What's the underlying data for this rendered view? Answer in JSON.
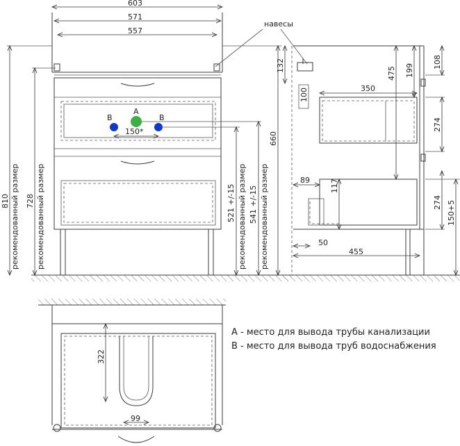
{
  "front_view": {
    "dim_width_total": "603",
    "dim_width_inner": "571",
    "dim_width_drawer": "557",
    "dim_height_total": "810",
    "dim_height_728": "728",
    "dim_height_660": "660",
    "dim_height_521": "521 +/-15",
    "dim_height_541": "541 +/-15",
    "dim_pipe_spacing": "150*",
    "rec_size_label": "рекомендованный размер",
    "pipe_a_label": "A",
    "pipe_b_label": "B",
    "hinges_label": "навесы"
  },
  "side_view": {
    "dim_132": "132",
    "dim_100": "100",
    "dim_475": "475",
    "dim_199": "199",
    "dim_108": "108",
    "dim_350": "350",
    "dim_274_top": "274",
    "dim_274_bottom": "274",
    "dim_89": "89",
    "dim_117": "117",
    "dim_50": "50",
    "dim_455": "455",
    "dim_150_5": "150+5"
  },
  "top_view": {
    "dim_322": "322",
    "dim_99": "99"
  },
  "legend": {
    "item_a": "A - место для вывода трубы канализации",
    "item_b": "B - место для вывода труб водоснабжения"
  },
  "colors": {
    "pipe_a": "#3cb043",
    "pipe_b": "#1238c8"
  }
}
